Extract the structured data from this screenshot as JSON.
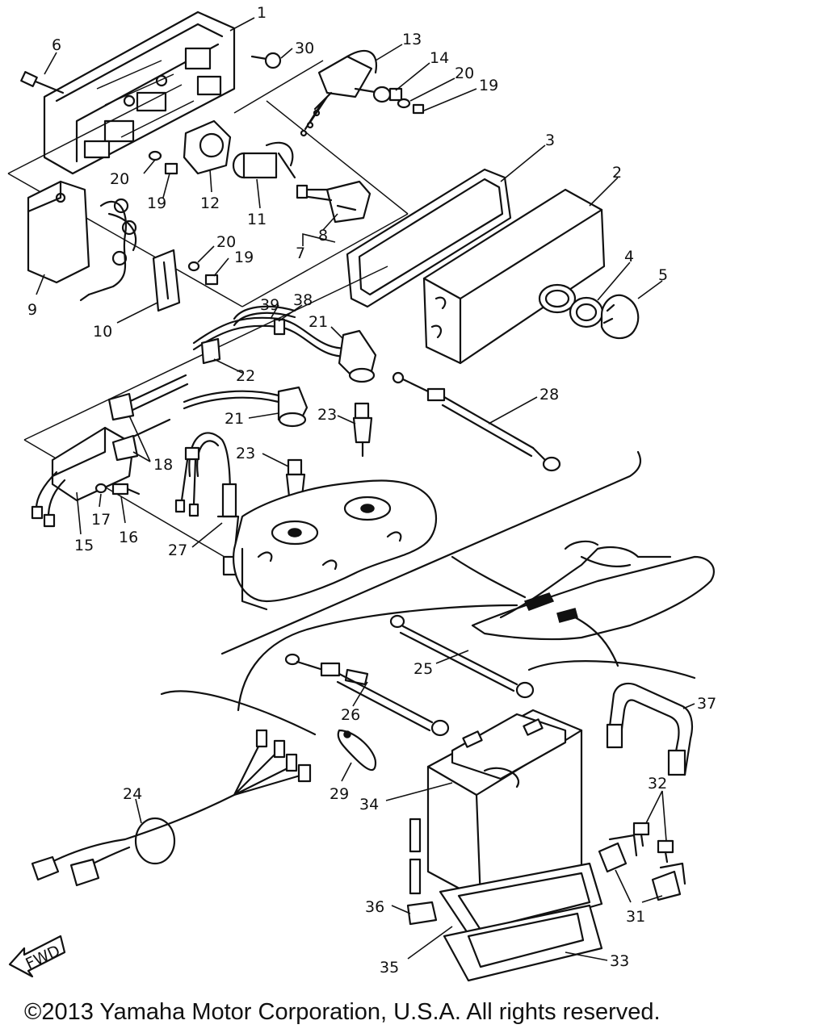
{
  "labels": {
    "p1": "1",
    "p2": "2",
    "p3": "3",
    "p4": "4",
    "p5": "5",
    "p6": "6",
    "p7": "7",
    "p8": "8",
    "p9": "9",
    "p10": "10",
    "p11": "11",
    "p12": "12",
    "p13": "13",
    "p14": "14",
    "p15": "15",
    "p16": "16",
    "p17": "17",
    "p18": "18",
    "p19": "19",
    "p20": "20",
    "p21": "21",
    "p22": "22",
    "p23": "23",
    "p24": "24",
    "p25": "25",
    "p26": "26",
    "p27": "27",
    "p28": "28",
    "p29": "29",
    "p30": "30",
    "p31": "31",
    "p32": "32",
    "p33": "33",
    "p34": "34",
    "p35": "35",
    "p36": "36",
    "p37": "37",
    "p38": "38",
    "p39": "39"
  },
  "fwd_label": "FWD",
  "copyright": "©2013 Yamaha Motor Corporation, U.S.A. All rights reserved."
}
